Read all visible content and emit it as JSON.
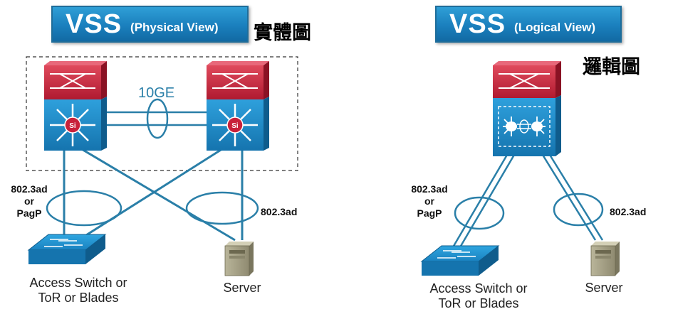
{
  "physical": {
    "title_main": "VSS",
    "title_sub": "(Physical View)",
    "zh_label": "實體圖",
    "link_label": "10GE",
    "left_link_label_lines": [
      "802.3ad",
      "or",
      "PagP"
    ],
    "right_link_label": "802.3ad",
    "access_label_lines": [
      "Access Switch or",
      "ToR or Blades"
    ],
    "server_label": "Server"
  },
  "logical": {
    "title_main": "VSS",
    "title_sub": "(Logical View)",
    "zh_label": "邏輯圖",
    "left_link_label_lines": [
      "802.3ad",
      "or",
      "PagP"
    ],
    "right_link_label": "802.3ad",
    "access_label_lines": [
      "Access Switch or",
      "ToR or Blades"
    ],
    "server_label": "Server"
  },
  "colors": {
    "title_blue": "#1a7fbd",
    "supervisor_red": "#c8213a",
    "switch_blue": "#1b8ac4",
    "link_blue": "#2a7fa8"
  },
  "icons": {
    "core_switch": "catalyst-vss-switch-icon",
    "access_switch": "workgroup-switch-icon",
    "server": "server-tower-icon"
  }
}
